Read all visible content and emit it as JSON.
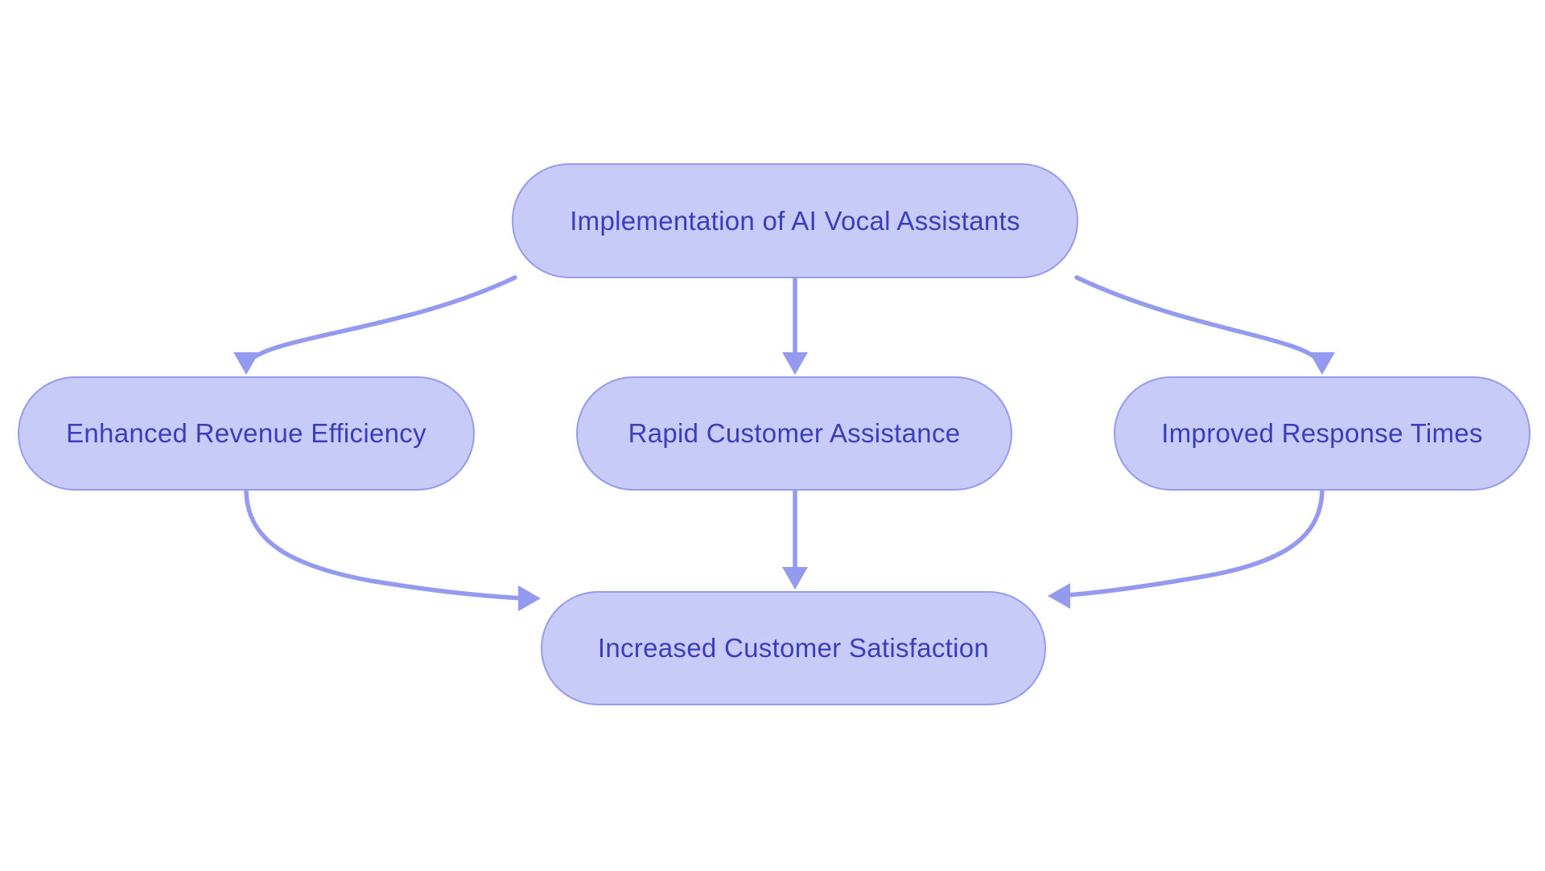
{
  "diagram": {
    "type": "flowchart",
    "direction": "top-down",
    "nodes": [
      {
        "id": "implementation",
        "label": "Implementation of AI Vocal Assistants"
      },
      {
        "id": "revenue",
        "label": "Enhanced Revenue Efficiency"
      },
      {
        "id": "assistance",
        "label": "Rapid Customer Assistance"
      },
      {
        "id": "response",
        "label": "Improved Response Times"
      },
      {
        "id": "satisfaction",
        "label": "Increased Customer Satisfaction"
      }
    ],
    "edges": [
      {
        "from": "implementation",
        "to": "revenue"
      },
      {
        "from": "implementation",
        "to": "assistance"
      },
      {
        "from": "implementation",
        "to": "response"
      },
      {
        "from": "revenue",
        "to": "satisfaction"
      },
      {
        "from": "assistance",
        "to": "satisfaction"
      },
      {
        "from": "response",
        "to": "satisfaction"
      }
    ],
    "colors": {
      "node_fill": "#c8caf8",
      "node_border": "#959cee",
      "edge": "#939af0",
      "text": "#3b3eba",
      "background": "#ffffff"
    }
  }
}
